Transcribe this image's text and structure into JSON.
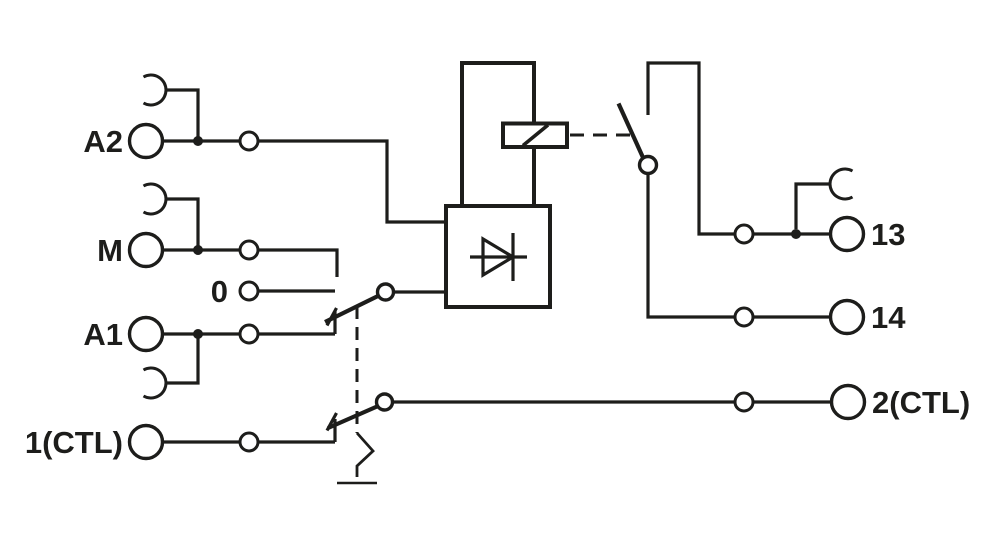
{
  "diagram": {
    "title": "relay-module-wiring-diagram",
    "colors": {
      "line": "#1d1d1b",
      "background": "#ffffff"
    },
    "terminals": {
      "a2": {
        "label": "A2"
      },
      "m": {
        "label": "M"
      },
      "zero": {
        "label": "0"
      },
      "a1": {
        "label": "A1"
      },
      "ctl1": {
        "label": "1(CTL)"
      },
      "t13": {
        "label": "13"
      },
      "t14": {
        "label": "14"
      },
      "ctl2": {
        "label": "2(CTL)"
      }
    },
    "symbols": [
      "plug-in-jumper-arc",
      "relay-coil",
      "rectifier-diode",
      "selector-switch",
      "control-contact-switch",
      "relay-no-contact",
      "mechanical-link",
      "manual-actuator"
    ]
  }
}
